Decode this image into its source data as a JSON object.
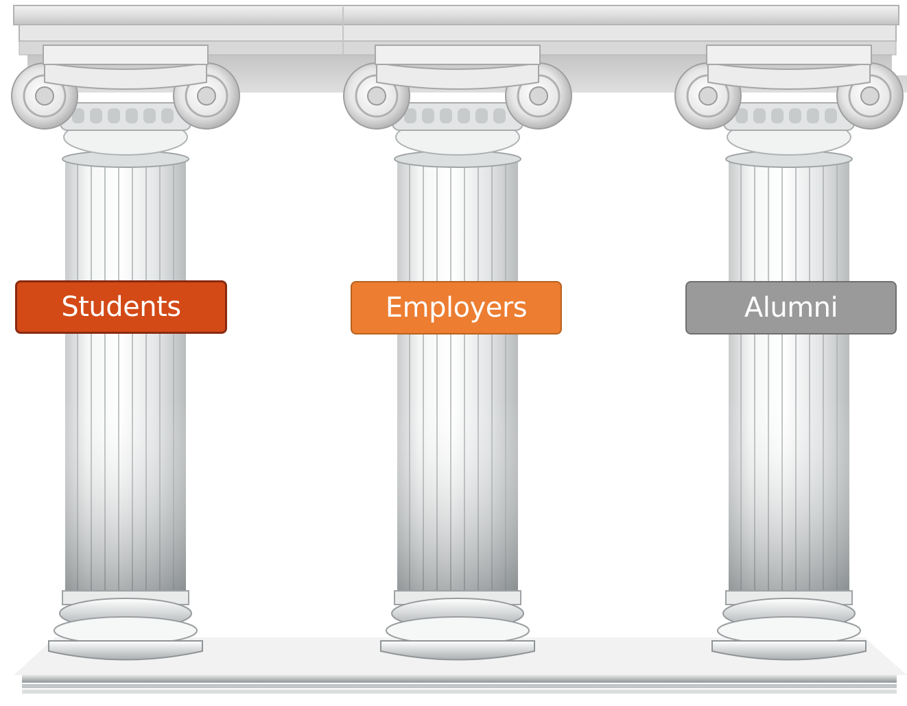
{
  "pillars": [
    {
      "label": "Students",
      "color": "#d34a17"
    },
    {
      "label": "Employers",
      "color": "#ec7d31"
    },
    {
      "label": "Alumni",
      "color": "#9a9a9a"
    }
  ]
}
